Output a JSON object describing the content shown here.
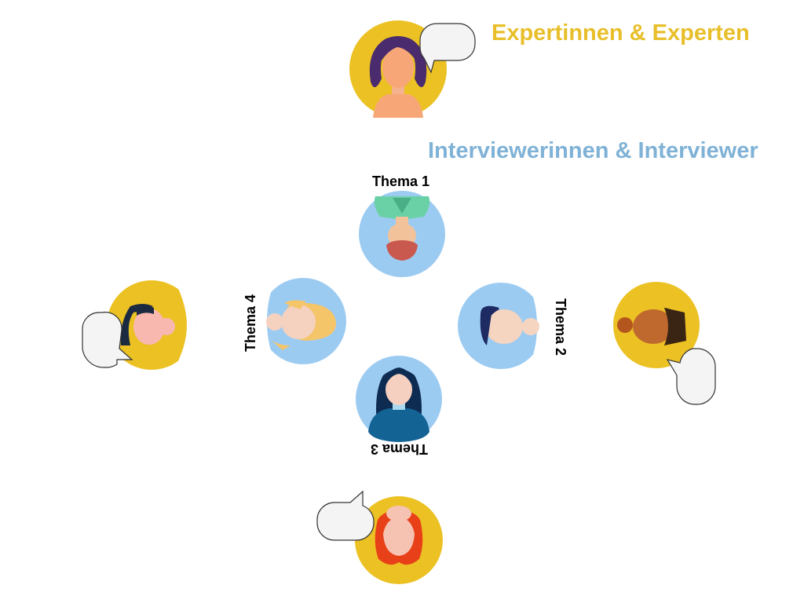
{
  "legend": {
    "experts": "Expertinnen & Experten",
    "interviewers": "Interviewerinnen & Interviewer"
  },
  "topics": {
    "t1": "Thema 1",
    "t2": "Thema 2",
    "t3": "Thema 3",
    "t4": "Thema 4"
  },
  "colors": {
    "expert": "#ecc124",
    "interviewer": "#9ccbf2",
    "expert_text": "#e8bf2a",
    "interviewer_text": "#7fb2d6",
    "bubble_fill": "#f4f4f4",
    "bubble_stroke": "#333333"
  }
}
